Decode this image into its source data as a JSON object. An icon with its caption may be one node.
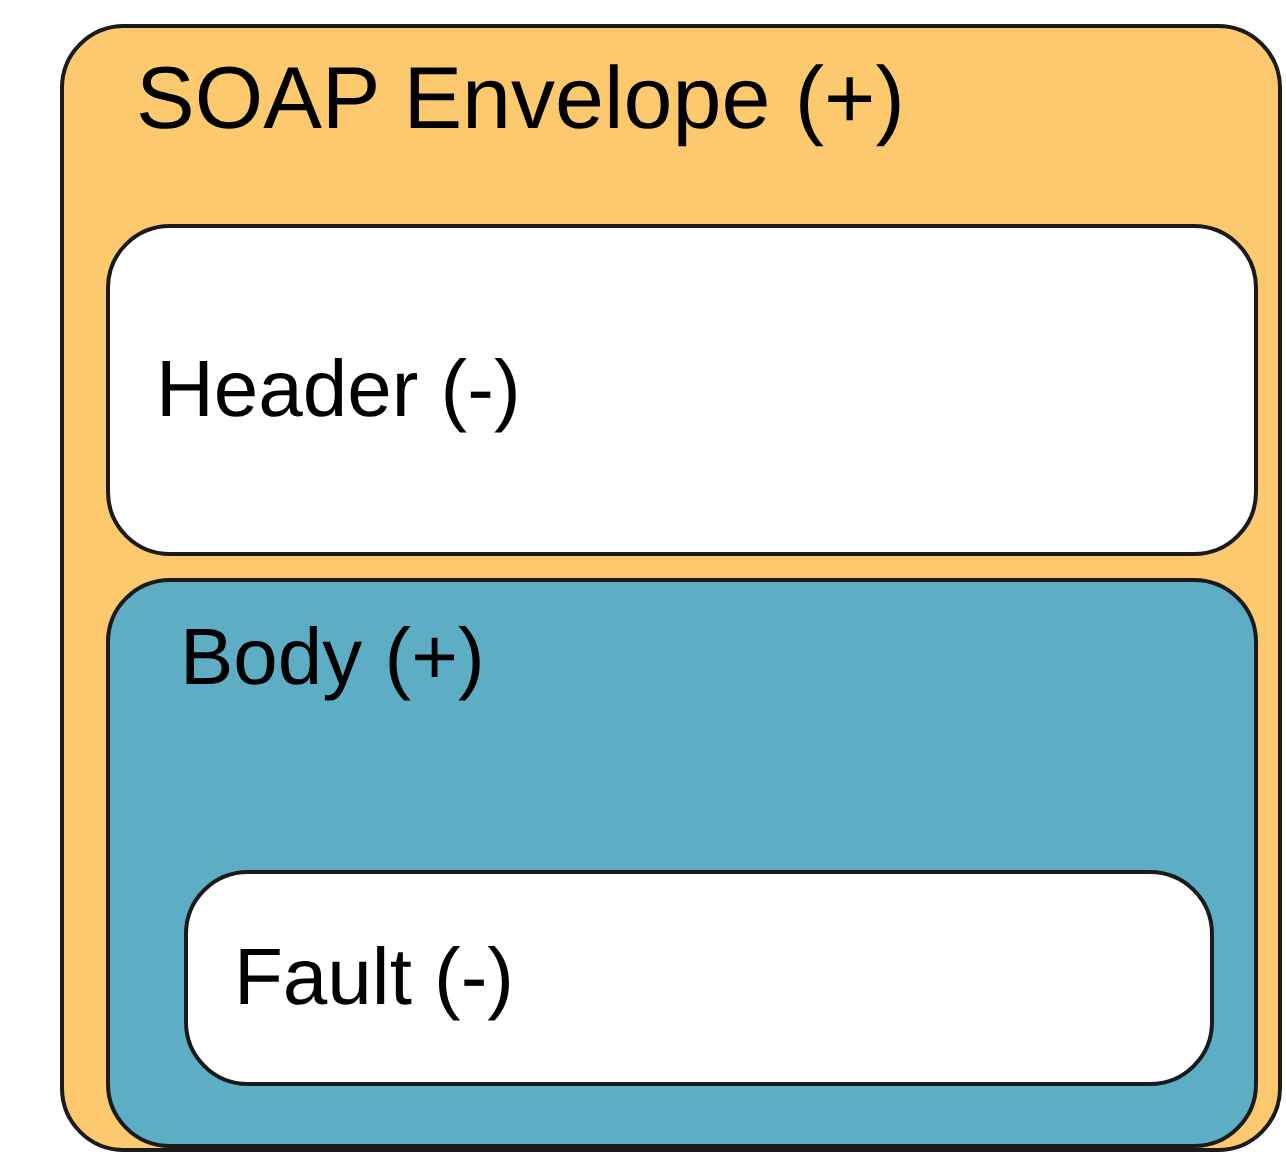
{
  "diagram": {
    "nodes": [
      {
        "text": [
          "SOAP Envelope (+)"
        ]
      },
      {
        "text": [
          "Header (-)"
        ],
        "in": 0
      },
      {
        "text": [
          "Body (+)"
        ],
        "in": 0
      },
      {
        "text": [
          "Fault (-)"
        ],
        "in": 2
      }
    ]
  }
}
